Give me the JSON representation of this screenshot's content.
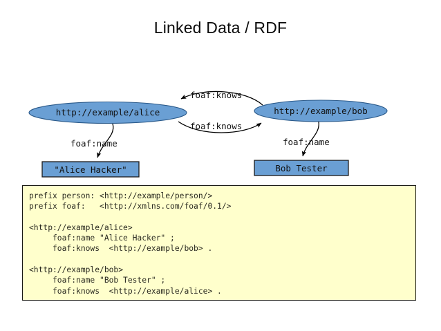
{
  "slide": {
    "title": "Linked Data / RDF",
    "background_color": "#ffffff"
  },
  "colors": {
    "node_fill": "#6a9fd4",
    "node_stroke": "#2b5a8a",
    "literal_fill": "#6a9fd4",
    "literal_stroke": "#1a1a1a",
    "edge_stroke": "#000000",
    "code_background": "#ffffcc",
    "code_border": "#1a1a14",
    "text": "#111111"
  },
  "graph": {
    "nodes": [
      {
        "id": "alice",
        "type": "resource",
        "label": "http://example/alice"
      },
      {
        "id": "bob",
        "type": "resource",
        "label": "http://example/bob"
      },
      {
        "id": "alice-name",
        "type": "literal",
        "label": "\"Alice Hacker\""
      },
      {
        "id": "bob-name",
        "type": "literal",
        "label": "Bob Tester"
      }
    ],
    "edges": [
      {
        "from": "bob",
        "to": "alice",
        "label": "foaf:knows"
      },
      {
        "from": "alice",
        "to": "bob",
        "label": "foaf:knows"
      },
      {
        "from": "alice",
        "to": "alice-name",
        "label": "foaf:name"
      },
      {
        "from": "bob",
        "to": "bob-name",
        "label": "foaf:name"
      }
    ]
  },
  "code": {
    "language": "turtle",
    "text": "prefix person: <http://example/person/>\nprefix foaf:   <http://xmlns.com/foaf/0.1/>\n\n<http://example/alice>\n     foaf:name \"Alice Hacker\" ;\n     foaf:knows  <http://example/bob> .\n\n<http://example/bob>\n     foaf:name \"Bob Tester\" ;\n     foaf:knows  <http://example/alice> ."
  }
}
